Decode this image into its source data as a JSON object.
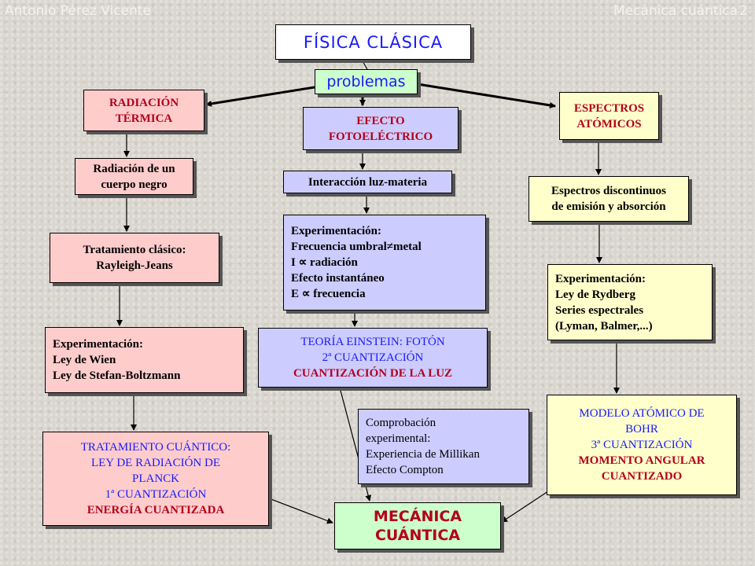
{
  "header": {
    "author": "Antonio Pérez Vicente",
    "subject": "Mecánica cuántica",
    "page": "2"
  },
  "top": {
    "title": "FÍSICA CLÁSICA",
    "problems": "problemas"
  },
  "left": {
    "b1": [
      "RADIACIÓN",
      "TÉRMICA"
    ],
    "b2": [
      "Radiación de un",
      "cuerpo negro"
    ],
    "b3": [
      "Tratamiento clásico:",
      "Rayleigh-Jeans"
    ],
    "b4": [
      "Experimentación:",
      "Ley de Wien",
      "Ley de Stefan-Boltzmann"
    ],
    "b5": [
      "TRATAMIENTO CUÁNTICO:",
      "LEY DE RADIACIÓN DE",
      "PLANCK",
      "1ª CUANTIZACIÓN",
      "ENERGÍA CUANTIZADA"
    ]
  },
  "center": {
    "b1": [
      "EFECTO",
      "FOTOELÉCTRICO"
    ],
    "b2": "Interacción luz-materia",
    "b3": [
      "Experimentación:",
      "Frecuencia umbral≠metal",
      "I ∝ radiación",
      "Efecto instantáneo",
      "E ∝ frecuencia"
    ],
    "b4": [
      "TEORÍA EINSTEIN: FOTÓN",
      "2ª CUANTIZACIÓN",
      "CUANTIZACIÓN DE LA LUZ"
    ],
    "b5": [
      "Comprobación",
      "experimental:",
      "Experiencia de Millikan",
      "Efecto Compton"
    ]
  },
  "right": {
    "b1": [
      "ESPECTROS",
      "ATÓMICOS"
    ],
    "b2": [
      "Espectros discontinuos",
      "de emisión y absorción"
    ],
    "b3": [
      "Experimentación:",
      "Ley de Rydberg",
      "Series espectrales",
      "(Lyman, Balmer,...)"
    ],
    "b4": [
      "MODELO ATÓMICO DE",
      "BOHR",
      "3ª CUANTIZACIÓN",
      "MOMENTO ANGULAR",
      "CUANTIZADO"
    ]
  },
  "bottom": {
    "title": [
      "MECÁNICA",
      "CUÁNTICA"
    ]
  },
  "colors": {
    "pink": "#ffcccc",
    "lavender": "#ccccff",
    "yellow": "#ffffcc",
    "red_text": "#b3001b",
    "blue_text": "#1a1aff",
    "green": "#ccffcc"
  }
}
